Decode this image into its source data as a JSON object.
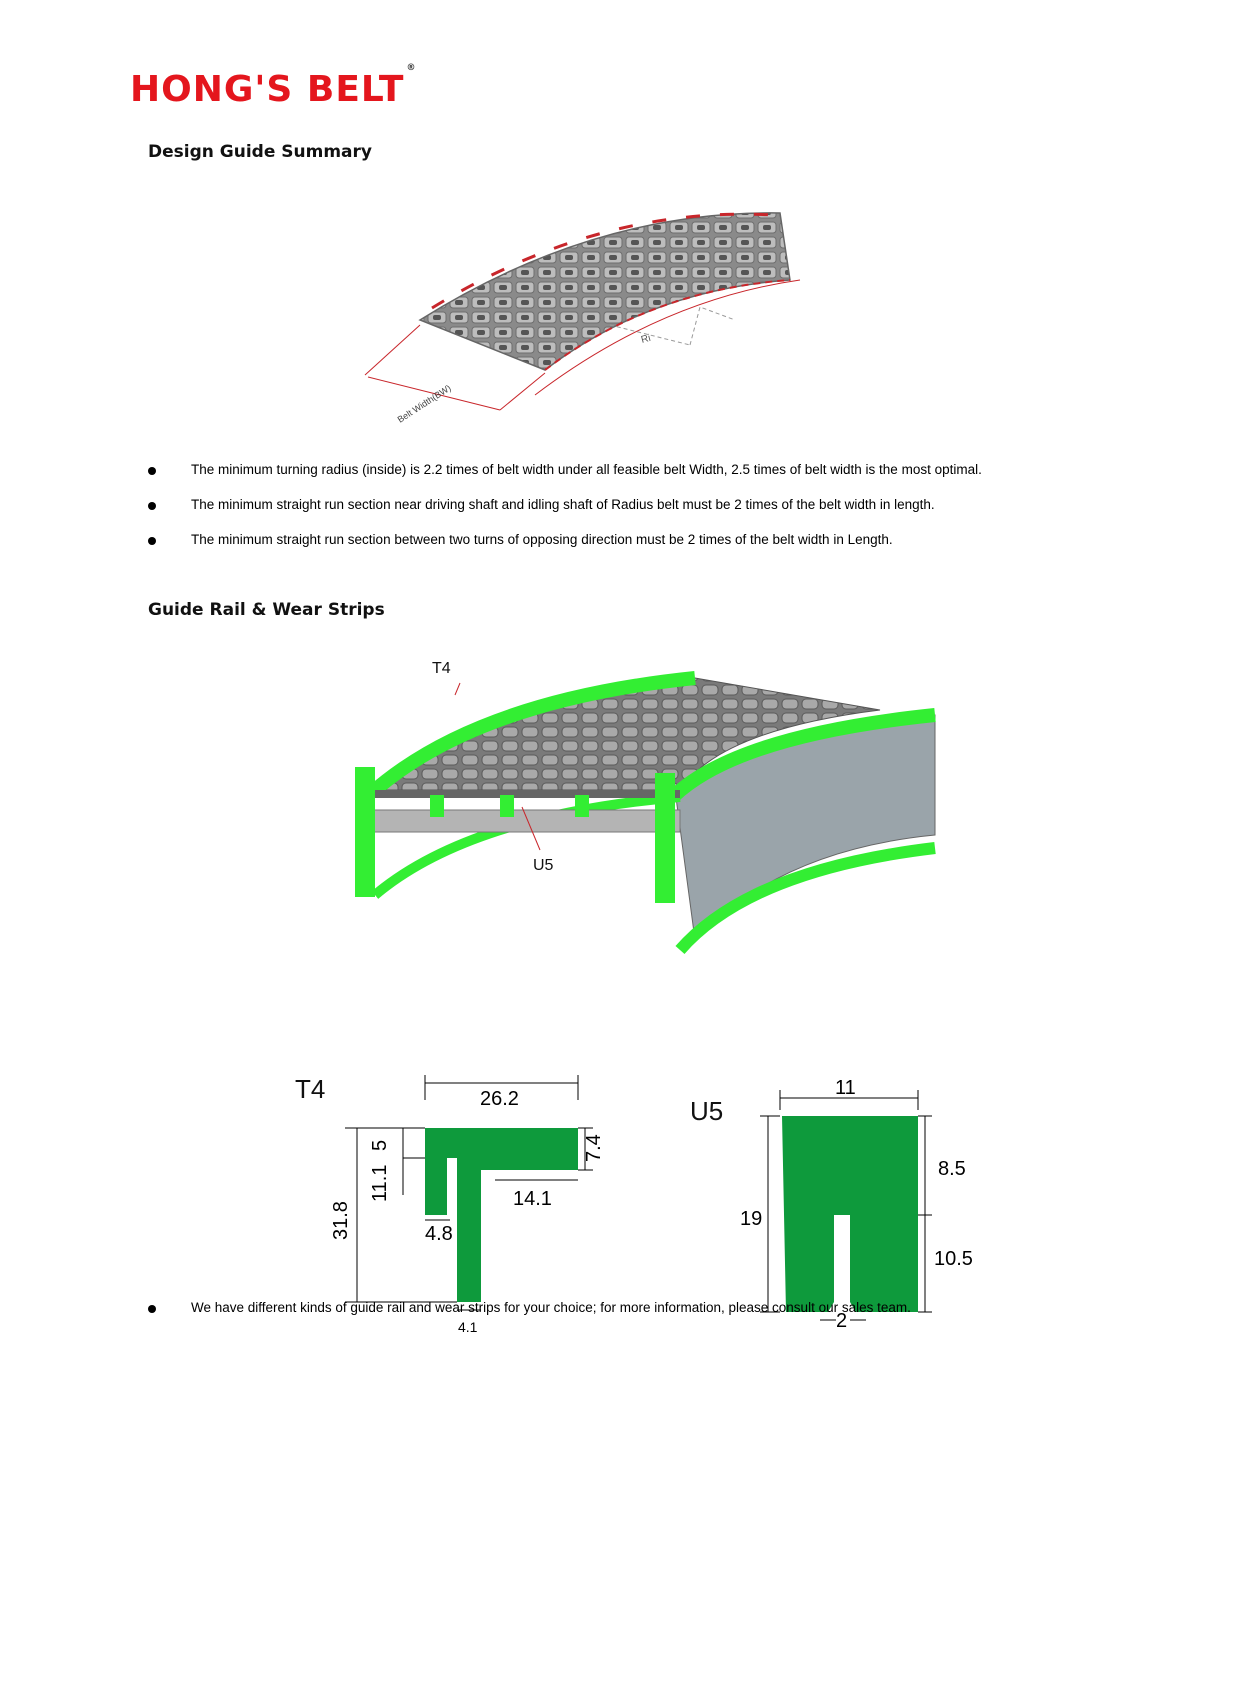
{
  "logo": {
    "text": "HONG'S BELT",
    "mark": "®"
  },
  "section1": {
    "title": "Design Guide Summary",
    "figure": {
      "label_width": "Belt Width(BW)",
      "label_radius": "Ri"
    },
    "bullets": [
      "The minimum turning radius (inside) is 2.2 times of belt width under all feasible belt Width, 2.5 times of belt width is the most optimal.",
      "The minimum straight run section near driving shaft and idling shaft of Radius belt must be 2 times of the belt width in length.",
      "The minimum straight run section between two turns of opposing direction must be 2 times of the belt width in Length."
    ]
  },
  "section2": {
    "title": "Guide Rail & Wear Strips",
    "figure": {
      "label_top": "T4",
      "label_bottom": "U5"
    },
    "t4": {
      "title": "T4",
      "d_width": "26.2",
      "d_flange": "5",
      "d_stem_total": "11.1",
      "d_right_flange": "7.4",
      "d_inner": "14.1",
      "d_height": "31.8",
      "d_left": "4.8",
      "d_stem": "4.1"
    },
    "u5": {
      "title": "U5",
      "d_width": "11",
      "d_top": "8.5",
      "d_bottom": "10.5",
      "d_height": "19",
      "d_slot": "2"
    },
    "bullets": [
      "We have different kinds of guide rail and wear strips for your choice; for more information, please consult our sales team."
    ]
  },
  "colors": {
    "brand_red": "#e4161d",
    "rail_green": "#33ee33",
    "profile_green": "#0e9a3c",
    "belt_gray": "#8f8f8f"
  }
}
